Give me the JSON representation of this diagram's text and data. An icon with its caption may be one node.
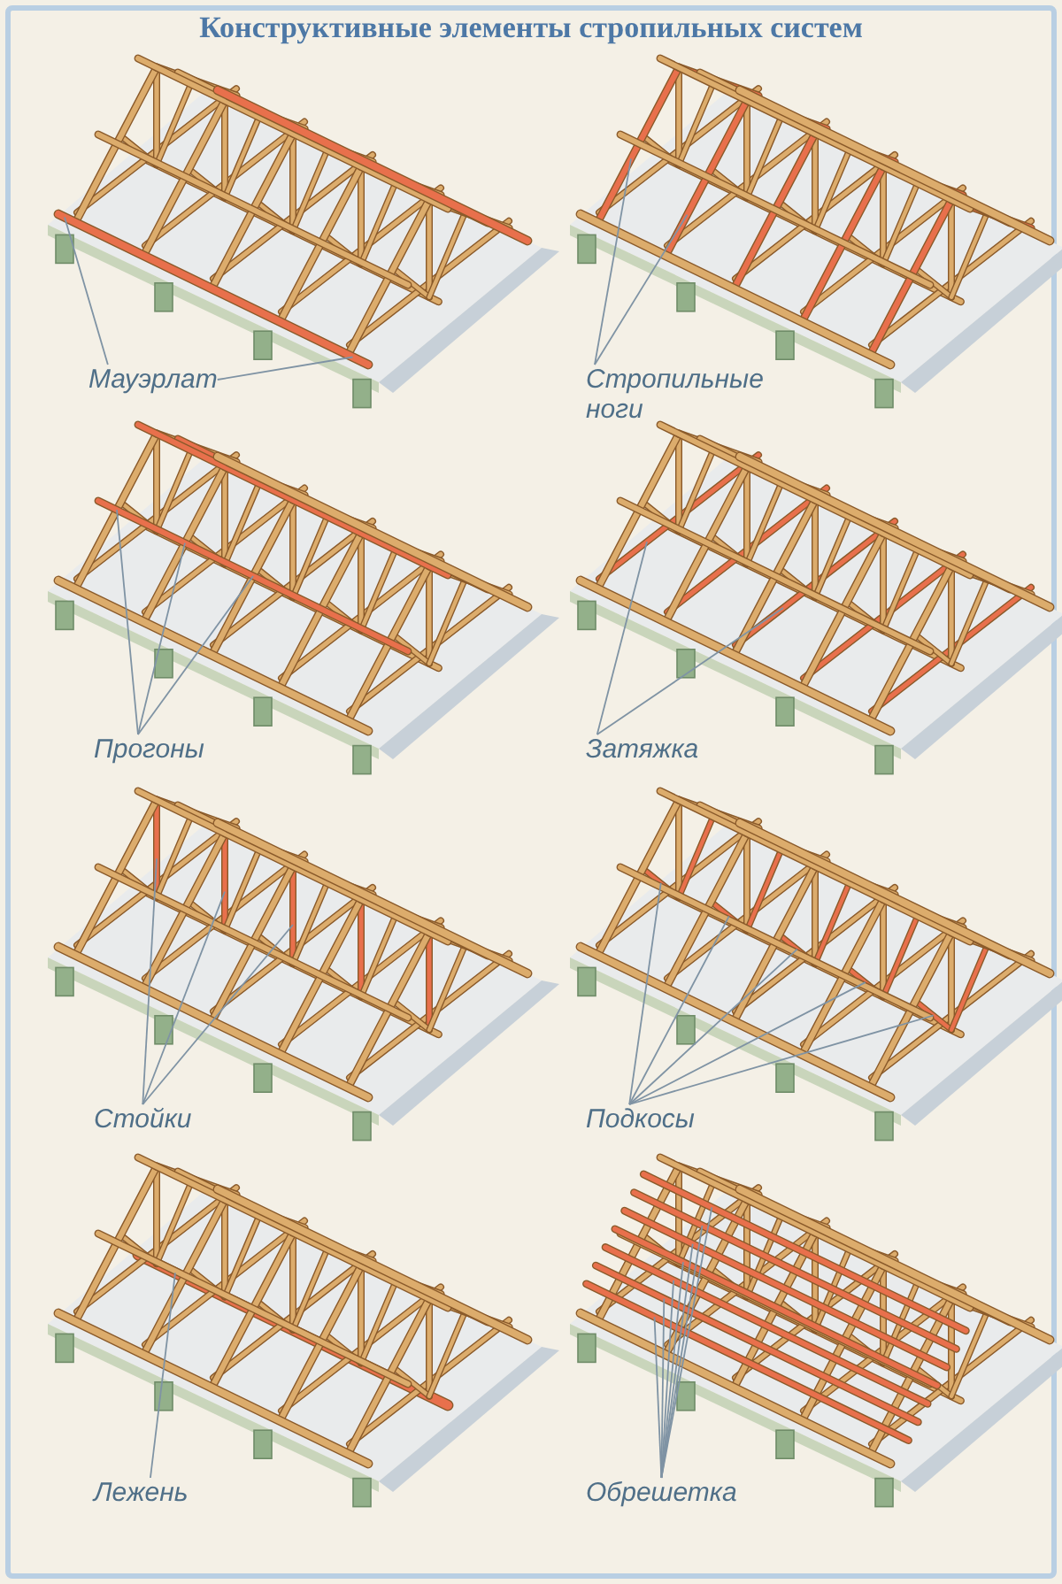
{
  "diagram": {
    "title": "Конструктивные элементы стропильных систем",
    "nodes": [
      {
        "text": [
          "Мауэрлат"
        ]
      },
      {
        "text": [
          "Стропильные ноги"
        ]
      },
      {
        "text": [
          "Прогоны"
        ]
      },
      {
        "text": [
          "Затяжка"
        ]
      },
      {
        "text": [
          "Стойки"
        ]
      },
      {
        "text": [
          "Подкосы"
        ]
      },
      {
        "text": [
          "Лежень"
        ]
      },
      {
        "text": [
          "Обрешетка"
        ]
      }
    ],
    "edges": [
      {
        "from": 0,
        "to": null,
        "arrow": "none"
      },
      {
        "from": 0,
        "to": null,
        "arrow": "none"
      },
      {
        "from": 1,
        "to": null,
        "arrow": "none"
      },
      {
        "from": 1,
        "to": null,
        "arrow": "none"
      },
      {
        "from": 2,
        "to": null,
        "arrow": "none"
      },
      {
        "from": 2,
        "to": null,
        "arrow": "none"
      },
      {
        "from": 2,
        "to": null,
        "arrow": "none"
      },
      {
        "from": 3,
        "to": null,
        "arrow": "none"
      },
      {
        "from": 3,
        "to": null,
        "arrow": "none"
      },
      {
        "from": 4,
        "to": null,
        "arrow": "none"
      },
      {
        "from": 4,
        "to": null,
        "arrow": "none"
      },
      {
        "from": 4,
        "to": null,
        "arrow": "none"
      },
      {
        "from": 5,
        "to": null,
        "arrow": "none"
      },
      {
        "from": 5,
        "to": null,
        "arrow": "none"
      },
      {
        "from": 5,
        "to": null,
        "arrow": "none"
      },
      {
        "from": 5,
        "to": null,
        "arrow": "none"
      },
      {
        "from": 5,
        "to": null,
        "arrow": "none"
      },
      {
        "from": 6,
        "to": null,
        "arrow": "none"
      },
      {
        "from": 7,
        "to": null,
        "arrow": "none"
      },
      {
        "from": 7,
        "to": null,
        "arrow": "none"
      },
      {
        "from": 7,
        "to": null,
        "arrow": "none"
      },
      {
        "from": 7,
        "to": null,
        "arrow": "none"
      },
      {
        "from": 7,
        "to": null,
        "arrow": "none"
      },
      {
        "from": 7,
        "to": null,
        "arrow": "none"
      },
      {
        "from": 7,
        "to": null,
        "arrow": "none"
      }
    ]
  }
}
